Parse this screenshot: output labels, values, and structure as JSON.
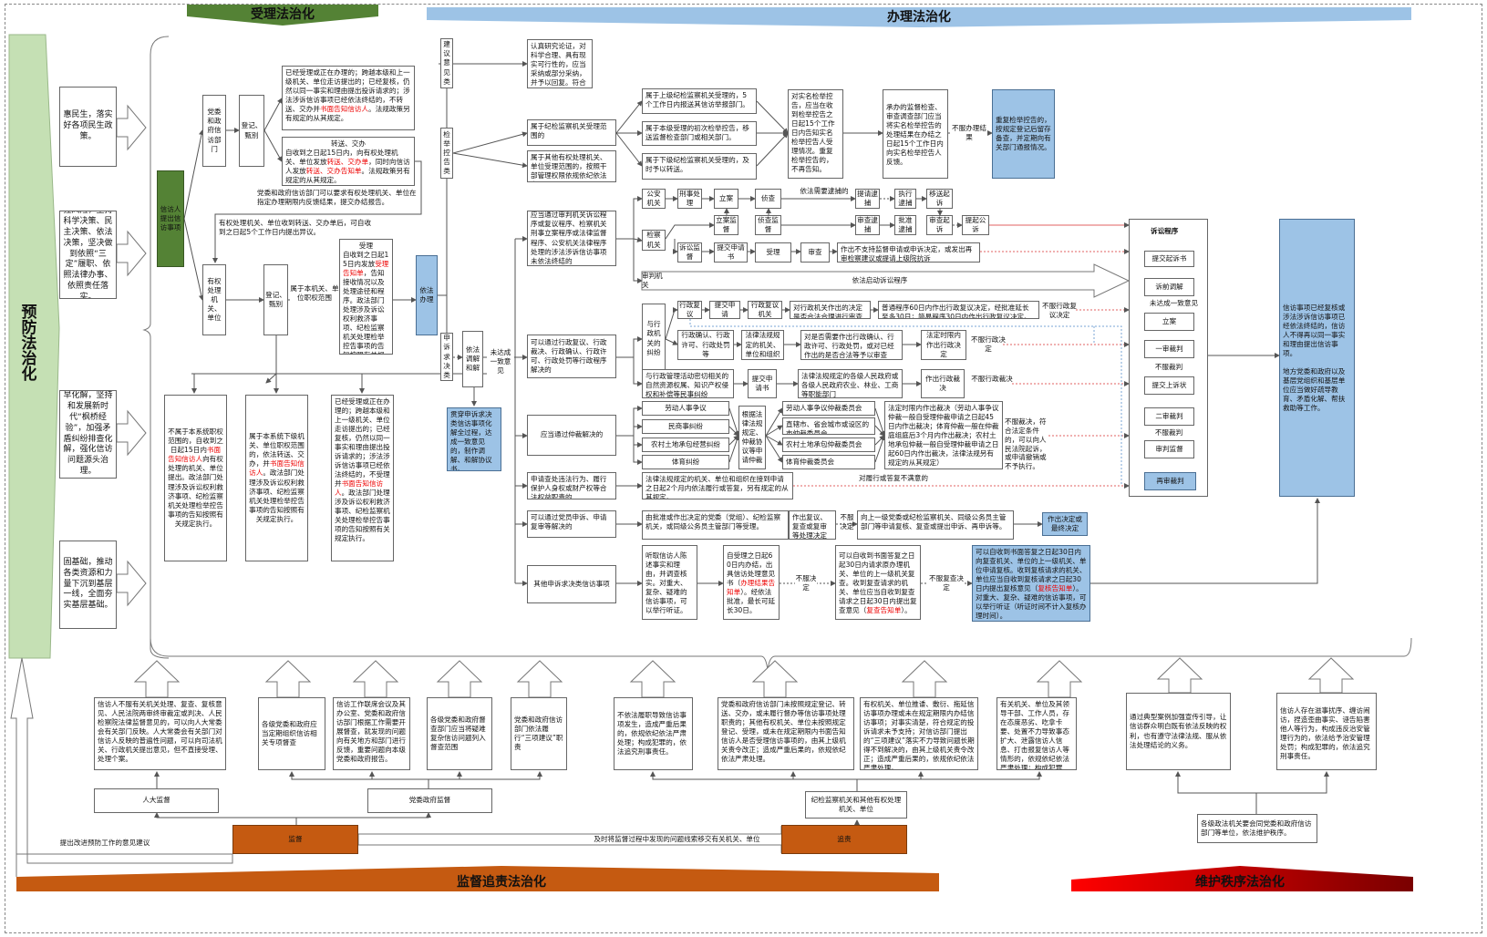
{
  "banners": {
    "accept": "受理法治化",
    "handle": "办理法治化",
    "prevent": "预防法治化",
    "supervise": "监督追责法治化",
    "order": "维护秩序法治化"
  },
  "prevention": [
    "惠民生，落实好各项民生政策。",
    "控风险，坚持科学决策、民主决策、依法决策，坚决做到依照“三定”履职、依照法律办事、依照责任落实。",
    "早化解，坚持和发展新时代“枫桥经验”，加强矛盾纠纷排查化解，强化信访问题源头治理。",
    "固基础，推动各类资源和力量下沉到基层一线，全面夯实基层基础。"
  ],
  "acceptance": {
    "petitioner": "信访人提出信访事项",
    "dept": "党委和政府信访部门",
    "register1": "登记、甄别",
    "reject": [
      "已经受理或正在办理的；跨越本级和上一级机关、单位走访提出的；已经复核，仍然以同一事实和理由提出投诉请求的；涉法涉诉信访事项已经依法终结的，不转送、交办并",
      "书面告知信访人",
      "。法规政策另有规定的从其规定。"
    ],
    "transfer_title": "转送、交办",
    "transfer": [
      "自收到之日起15日内，向有权处理机关、单位发放",
      "转送、交办单",
      "，同时向信访人发放",
      "转送、交办告知单",
      "。法规政策另有规定的从其规定。"
    ],
    "feedback_note": "党委和政府信访部门可以要求有权处理机关、单位在指定办理期限内反馈结果，提交办结报告。",
    "objection_note": "有权处理机关、单位收到转送、交办单后，可自收到之日起5个工作日内提出异议。",
    "authority": "有权处理机关、单位",
    "register2": "登记、甄别",
    "in_scope": "属于本机关、单位职权范围",
    "accept_title": "受理",
    "accept": [
      "自收到之日起15日内发放",
      "受理告知单",
      "，告知接收情况以及处理途径和程序。政法部门处理涉及诉讼权利救济事项、纪检监察机关处理检举控告事项的告知按照有关规定执行。"
    ],
    "lawful": "依法办理",
    "out1": [
      "不属于本系统职权范围的，自收到之日起15日内",
      "书面告知信访人",
      "向有权处理的机关、单位提出。政法部门处理涉及诉讼权利救济事项、纪检监察机关处理检举控告事项的告知按照有关规定执行。"
    ],
    "out2": [
      "属于本系统下级机关、单位职权范围的，依法转送、交办，并",
      "书面告知信访人",
      "。政法部门处理涉及诉讼权利救济事项、纪检监察机关处理检举控告事项的告知按照有关规定执行。"
    ],
    "out3": [
      "已经受理或正在办理的；跨越本级和上一级机关、单位走访提出的；已经复核，仍然以同一事实和理由提出投诉请求的；涉法涉诉信访事项已经依法终结的，不受理并",
      "书面告知信访人",
      "。政法部门处理涉及诉讼权利救济事项、纪检监察机关处理检举控告事项的告知按照有关规定执行。"
    ]
  },
  "handling": {
    "cat_advice": "建议意见类",
    "advice": "认真研究论证，对科学合理、具有现实可行性的，应当采纳或部分采纳，并予以回复。符合有关规定的给予奖励。",
    "cat_report": "检举控告类",
    "report_jijian": "属于纪检监察机关受理范围的",
    "report_other": "属于其他有权处理机关、单位受理范围的，按照干部管理权限依规依纪依法办理。",
    "upper": "属于上级纪检监察机关受理的，5个工作日内报送其信访举报部门。",
    "same": "属于本级受理的初次检举控告，移送监督检查部门或相关部门。",
    "lower": "属于下级纪检监察机关受理的，及时予以转送。",
    "realname": "对实名检举控告，应当在收到检举控告之日起15个工作日内告知实名检举控告人受理情况。重复检举控告的，不再告知。",
    "undertake": "承办的监督检查、审查调查部门应当将实名检举控告的处理结果在办结之日起15个工作日内向实名检举控告人反馈。",
    "dissatisfied_result": "不服办理结果",
    "repeat": "重复检举控告的，按规定登记后留存备查，并定期向有关部门通报情况。",
    "cat_claim": "申诉求决类",
    "mediation": "依法调解和解",
    "no_agreement": "未达成一致意见",
    "through_mediation": "贯穿申诉求决类信访事项化解全过程，达成一致意见的，制作调解、和解协议书。",
    "litigation": "应当通过审判机关诉讼程序或复议程序、检察机关刑事立案程序或法律监督程序、公安机关法律程序处理的涉法涉诉信访事项未依法终结的",
    "police": "公安机关",
    "criminal": "刑事处理",
    "filing": "立案",
    "investigate": "侦查",
    "need_arrest": "依法需要逮捕的",
    "request_arrest": "提请逮捕",
    "exec_arrest": "执行逮捕",
    "transfer_prosecute": "移送起诉",
    "filing_supervise": "立案监督",
    "investigate_supervise": "侦查监督",
    "review_arrest": "审查逮捕",
    "approve_arrest": "批准逮捕",
    "review_prosecute": "审查起诉",
    "public_prosecute": "提起公诉",
    "procuratorate": "检察机关",
    "lit_supervise": "诉讼监督",
    "submit_application": "提交申请书",
    "accept": "受理",
    "review": "审查",
    "no_support": "作出不支持监督申请或申诉决定，或发出再审检察建议或提请上级院抗诉",
    "court": "审判机关",
    "start_lit": "依法启动诉讼程序",
    "admin_route": "可以通过行政复议、行政裁决、行政确认、行政许可、行政处罚等行政程序解决的",
    "admin_dispute": "与行政机关的纠纷",
    "admin_review": "行政复议",
    "submit_apply": "提交申请",
    "review_organ": "行政复议机关",
    "review_legal": "对行政机关作出的决定是否合法合理进行审查",
    "review_period": "普通程序60日内作出行政复议决定，经批准延长至多30日；简易程序30日内作出行政复议决定。",
    "dis_review": "不服行政复议决定",
    "admin_confirm": "行政确认、行政许可、行政处罚等",
    "legal_org": "法律法规规定的机关、单位和组织",
    "confirm_review": "对是否需要作出行政确认、行政许可、行政处罚，或对已经作出的是否合法等予以审查",
    "legal_time_decision": "法定时限内作出行政决定",
    "dis_decision": "不服行政决定",
    "civil_dispute": "与行政管理活动密切相关的自然资源权属、知识产权侵权和补偿等民事纠纷",
    "submit_app2": "提交申请书",
    "gov_depts": "法律法规规定的各级人民政府或各级人民政府农业、林业、工商等职能部门",
    "make_ruling": "作出行政裁决",
    "dis_ruling": "不服行政裁决",
    "arbitration_route": "应当通过仲裁解决的",
    "arb_types": [
      "劳动人事争议",
      "民商事纠纷",
      "农村土地承包经营纠纷",
      "体育纠纷"
    ],
    "arb_apply": "根据法律法规规定、仲裁协议等申请仲裁",
    "arb_bodies": [
      "劳动人事争议仲裁委员会",
      "直辖市、省会城市或设区的市仲裁委员会",
      "农村土地承包仲裁委员会",
      "体育仲裁委员会"
    ],
    "arb_period": "法定时限内作出裁决（劳动人事争议仲裁一般自受理仲裁申请之日起45日内作出裁决；体育仲裁一般在仲裁庭组庭后3个月内作出裁决；农村土地承包仲裁一般自受理仲裁申请之日起60日内作出裁决，法律法规另有规定的从其规定）",
    "dis_arb": "不服裁决，符合法定条件的，可以向人民法院起诉，或申请撤销或不予执行。",
    "duty_route": "申请查处违法行为、履行保护人身权或财产权等合法权益职责的",
    "duty_handle": "法律法规规定的机关、单位和组织在接到申请之日起2个月内依法履行或答复，另有规定的从其规定。",
    "dis_duty": "对履行或答复不满意的",
    "party_route": "可以通过党员申诉、申请复审等解决的",
    "party_accept": "由批准或作出决定的党委（党组）、纪检监察机关，或同级公务员主管部门等受理。",
    "party_decision": "作出复议、复查或复审等处理决定",
    "dis_decision2": "不服决定",
    "party_upper": "向上一级党委或纪检监察机关、同级公务员主管部门等申请复核、复查或提出申诉、再申诉等。",
    "final_decision": "作出决定或最终决定",
    "other_route": "其他申诉求决类信访事项",
    "hear": "听取信访人陈述事实和理由，并调查核实。对重大、复杂、疑难的信访事项，可以举行听证。",
    "within60": [
      "自受理之日起60日内办结，出具信访处理意见书（",
      "办理结果告知单",
      "）。经依法批准，最长可延长30日。"
    ],
    "dis_decision3": "不服决定",
    "recheck": [
      "可以自收到书面答复之日起30日内请求原办理机关、单位的上一级机关复查。收到复查请求的机关、单位应当自收到复查请求之日起30日内提出复查意见（",
      "复查告知单",
      "）。"
    ],
    "dis_recheck": "不服复查决定",
    "review_final": [
      "可以自收到书面答复之日起30日内向复查机关、单位的上一级机关、单位申请复核。收到复核请求的机关、单位应当自收到复核请求之日起30日内提出复核意见（",
      "复核告知单",
      "）。对重大、复杂、疑难的信访事项，可以举行听证（听证时间不计入复核办理时间）。"
    ],
    "lit_title": "诉讼程序",
    "lit_steps": [
      "提交起诉书",
      "诉前调解",
      "立案",
      "一审裁判",
      "提交上诉状",
      "二审裁判",
      "审判监督",
      "再审裁判"
    ],
    "lit_no_agree": "未达成一致意见",
    "lit_dis1": "不服裁判",
    "lit_dis2": "不服裁判",
    "terminated": "信访事项已经复核或涉法涉诉信访事项已经依法终结的，信访人不得再以同一事实和理由提出信访事项。",
    "local_work": "地方党委和政府以及基层党组织和基层单位应当做好疏导教育、矛盾化解、帮扶救助等工作。"
  },
  "supervision": {
    "boxes": [
      "信访人不服有关机关处理、复查、复核意见、人民法院两审终审裁定或判决、人民检察院法律监督意见的，可以向人大常委会有关部门反映。人大常委会有关部门对信访人反映的普遍性问题，可以向司法机关、行政机关提出意见，但不直接受理、处理个案。",
      "各级党委和政府应当定期组织信访相关专项督查",
      "信访工作联席会议及其办公室、党委和政府信访部门根据工作需要开展督查，就发现的问题向有关地方和部门进行反馈，重要问题向本级党委和政府报告。",
      "各级党委和政府督查部门应当将疑难复杂信访问题列入督查范围",
      "党委和政府信访部门依法履行“三项建议”职责"
    ],
    "accountability": [
      "不依法履职导致信访事项发生，造成严重后果的，依规依纪依法严肃处理；构成犯罪的，依法追究刑事责任。",
      "党委和政府信访部门未按照规定登记、转送、交办，或未履行督办等信访事项处理职责的；其他有权机关、单位未按照规定登记、受理，或未在规定期限内书面告知信访人是否受理信访事项的，由其上级机关责令改正；造成严重后果的，依规依纪依法严肃处理。",
      "有权机关、单位推诿、敷衍、拖延信访事项办理或未在规定期限内办结信访事项；对事实清楚，符合规定的投诉请求未予支持；对信访部门提出的“三项建议”落实不力导致问题长期得不到解决的，由其上级机关责令改正；造成严重后果的，依规依纪依法严肃处理。",
      "有关机关、单位及其领导干部、工作人员，存在态度恶劣、吃拿卡要、处置不力导致事态扩大、泄露信访人信息、打击报复信访人等情形的，依规依纪依法严肃处理；构成犯罪的，依法追究刑事责任。"
    ],
    "npc": "人大监督",
    "party_gov": "党委政府监督",
    "discipline": "纪检监察机关和其他有权处理机关、单位",
    "supervise": "监督",
    "accountable": "追责",
    "suggest": "提出改进预防工作的意见建议",
    "transfer_clues": "及时将监督过程中发现的问题线索移交有关机关、单位"
  },
  "order": {
    "boxes": [
      "通过典型案例加强宣传引导，让信访群众明白既有依法反映的权利，也有遵守法律法规、服从依法处理结论的义务。",
      "信访人存在滋事扰序、缠访闹访，捏造歪曲事实、诬告陷害他人等行为，构成违反治安管理行为的，依法给予治安管理处罚；构成犯罪的，依法追究刑事责任。"
    ],
    "political": "各级政法机关要会同党委和政府信访部门等单位，依法维护秩序。"
  },
  "colors": {
    "green": "#548235",
    "blue": "#9dc3e6",
    "orange": "#c55a11",
    "red": "#e00000",
    "light_green": "#c5e0b4"
  }
}
